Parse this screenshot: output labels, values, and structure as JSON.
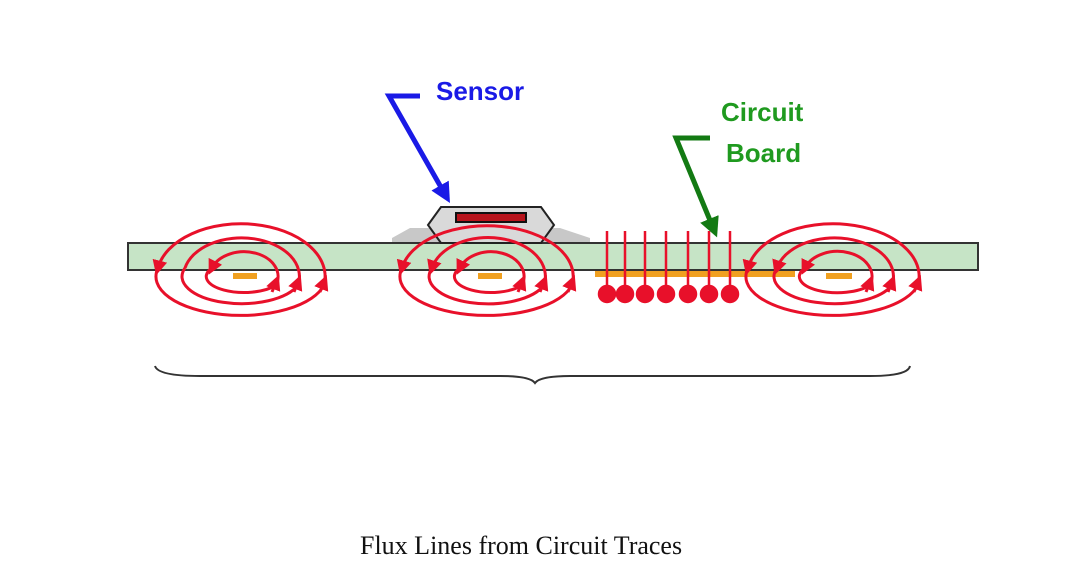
{
  "labels": {
    "sensor": "Sensor",
    "circuit_board_line1": "Circuit",
    "circuit_board_line2": "Board"
  },
  "caption": "Flux Lines from Circuit Traces",
  "colors": {
    "sensor_label": "#1a1ae6",
    "board_label": "#1f9a1f",
    "flux": "#e8102a",
    "board_fill": "#c6e4c6",
    "trace": "#f0a020",
    "sensor_arrow": "#1a1ae6",
    "board_arrow": "#137a13"
  },
  "icons": {
    "loop_arrow": "red-triangle-arrowhead",
    "field_into_page": "red-dot"
  }
}
